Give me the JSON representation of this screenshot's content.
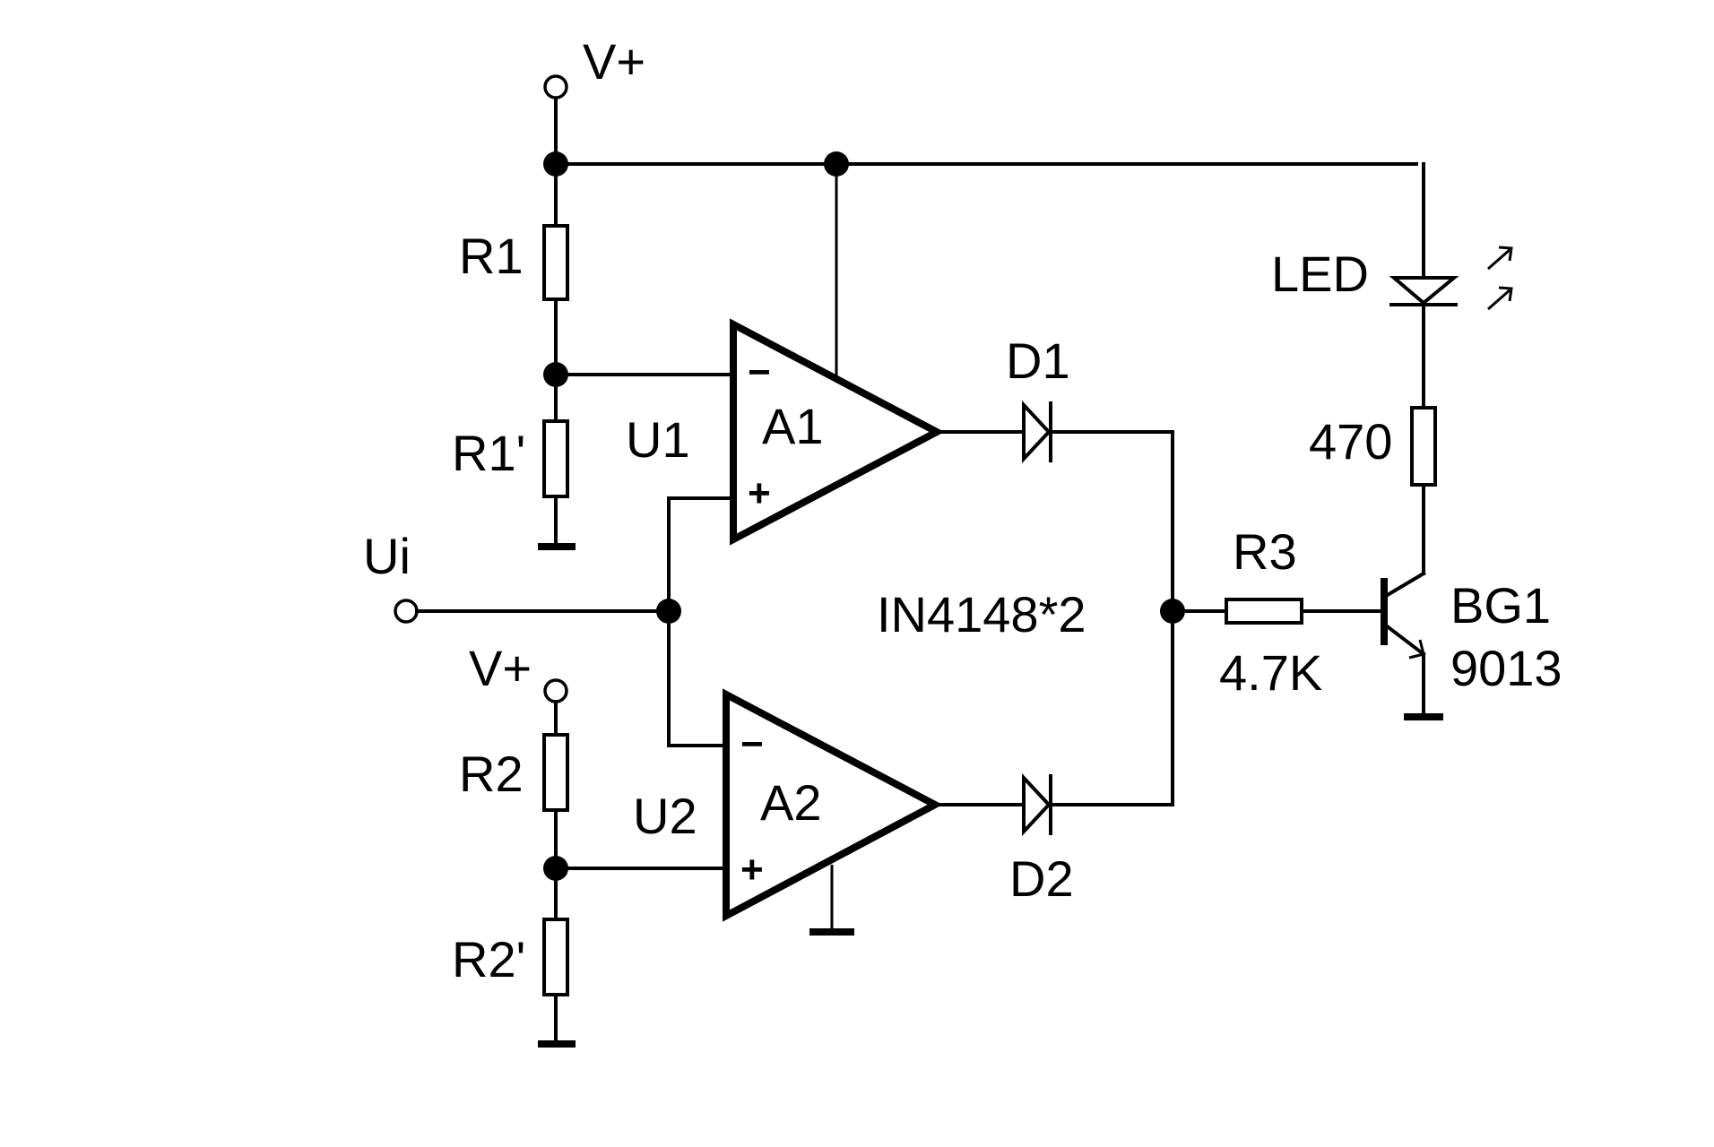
{
  "supply": {
    "top": "V+",
    "bottom": "V+"
  },
  "input": "Ui",
  "resistors": {
    "r1": "R1",
    "r1_prime": "R1'",
    "r2": "R2",
    "r2_prime": "R2'",
    "r3": "R3",
    "r3_value": "4.7K",
    "r_led": "470"
  },
  "opamps": {
    "a1": "A1",
    "a2": "A2",
    "u1": "U1",
    "u2": "U2",
    "minus": "−",
    "plus": "+"
  },
  "diodes": {
    "d1": "D1",
    "d2": "D2",
    "part": "IN4148*2"
  },
  "led": "LED",
  "transistor": {
    "name": "BG1",
    "part": "9013"
  }
}
